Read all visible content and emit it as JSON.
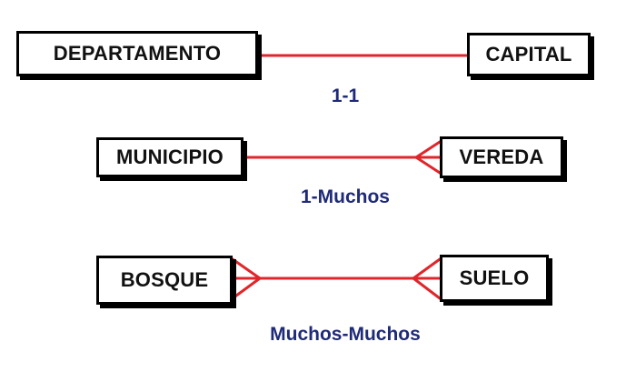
{
  "colors": {
    "line": "#e0262b",
    "border": "#000000",
    "label": "#1f2a78"
  },
  "relationships": [
    {
      "left": "DEPARTAMENTO",
      "right": "CAPITAL",
      "label": "1-1",
      "left_cardinality": "one",
      "right_cardinality": "one"
    },
    {
      "left": "MUNICIPIO",
      "right": "VEREDA",
      "label": "1-Muchos",
      "left_cardinality": "one",
      "right_cardinality": "many"
    },
    {
      "left": "BOSQUE",
      "right": "SUELO",
      "label": "Muchos-Muchos",
      "left_cardinality": "many",
      "right_cardinality": "many"
    }
  ]
}
